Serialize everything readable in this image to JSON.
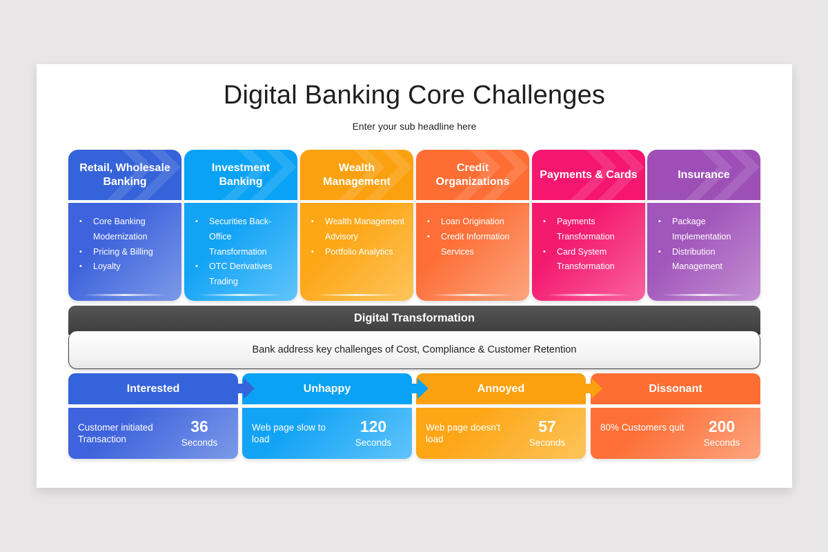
{
  "slide": {
    "title": "Digital Banking Core Challenges",
    "subtitle": "Enter your sub headline here"
  },
  "categories": [
    {
      "title": "Retail, Wholesale Banking",
      "color_head": "#3563d9",
      "color_body_from": "#3f63dc",
      "color_body_to": "#7c9ae8",
      "items": [
        "Core Banking Modernization",
        "Pricing & Billing",
        "Loyalty"
      ]
    },
    {
      "title": "Investment Banking",
      "color_head": "#09a2f4",
      "color_body_from": "#12a3f5",
      "color_body_to": "#61c4fb",
      "items": [
        "Securities Back-Office Transformation",
        "OTC Derivatives Trading"
      ]
    },
    {
      "title": "Wealth Management",
      "color_head": "#fba110",
      "color_body_from": "#fda616",
      "color_body_to": "#fdc45a",
      "items": [
        "Wealth Management Advisory",
        "Portfolio Analytics"
      ]
    },
    {
      "title": "Credit Organizations",
      "color_head": "#fd6e34",
      "color_body_from": "#fd6f37",
      "color_body_to": "#fda57f",
      "items": [
        "Loan Origination",
        "Credit Information Services"
      ]
    },
    {
      "title": "Payments & Cards",
      "color_head": "#f5166f",
      "color_body_from": "#f41b6f",
      "color_body_to": "#f9639f",
      "items": [
        "Payments Transformation",
        "Card System Transformation"
      ]
    },
    {
      "title": "Insurance",
      "color_head": "#9d4fb7",
      "color_body_from": "#a156bb",
      "color_body_to": "#c38fd2",
      "items": [
        "Package Implementation",
        "Distribution Management"
      ]
    }
  ],
  "transformation": {
    "title": "Digital Transformation",
    "text": "Bank address key challenges of Cost, Compliance & Customer Retention"
  },
  "stages": [
    {
      "title": "Interested",
      "description": "Customer initiated Transaction",
      "value": "36",
      "unit": "Seconds",
      "color_head": "#3563d9",
      "color_body_from": "#3f63dc",
      "color_body_to": "#7c9ae8"
    },
    {
      "title": "Unhappy",
      "description": "Web page slow to load",
      "value": "120",
      "unit": "Seconds",
      "color_head": "#09a2f4",
      "color_body_from": "#12a3f5",
      "color_body_to": "#61c4fb"
    },
    {
      "title": "Annoyed",
      "description": "Web page doesn't load",
      "value": "57",
      "unit": "Seconds",
      "color_head": "#fba110",
      "color_body_from": "#fda616",
      "color_body_to": "#fdc45a"
    },
    {
      "title": "Dissonant",
      "description": "80% Customers quit",
      "value": "200",
      "unit": "Seconds",
      "color_head": "#fd6e34",
      "color_body_from": "#fd6f37",
      "color_body_to": "#fda57f"
    }
  ],
  "icons": {
    "stage_connector": "arrow-right-icon",
    "card_decoration": "chevron-right-icon",
    "list_marker": "bullet-icon"
  }
}
